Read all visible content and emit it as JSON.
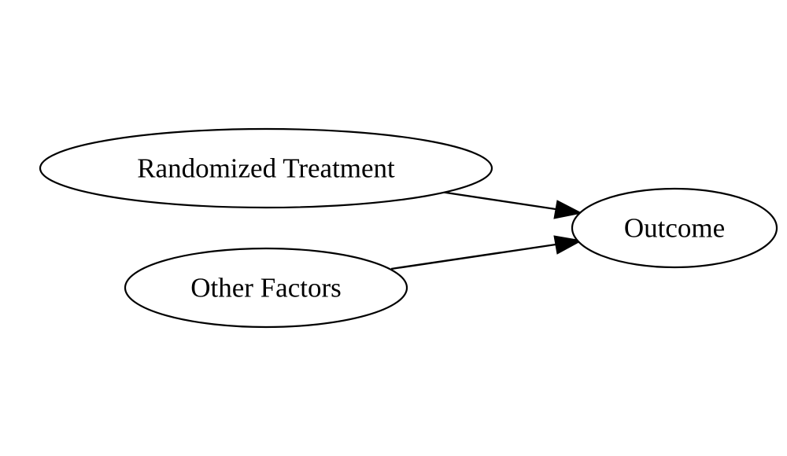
{
  "diagram": {
    "type": "directed-graph",
    "nodes": [
      {
        "id": "treatment",
        "label": "Randomized Treatment",
        "shape": "ellipse"
      },
      {
        "id": "other",
        "label": "Other Factors",
        "shape": "ellipse"
      },
      {
        "id": "outcome",
        "label": "Outcome",
        "shape": "ellipse"
      }
    ],
    "edges": [
      {
        "from": "treatment",
        "to": "outcome"
      },
      {
        "from": "other",
        "to": "outcome"
      }
    ],
    "colors": {
      "stroke": "#000000",
      "fill": "#ffffff",
      "background": "#ffffff"
    }
  }
}
